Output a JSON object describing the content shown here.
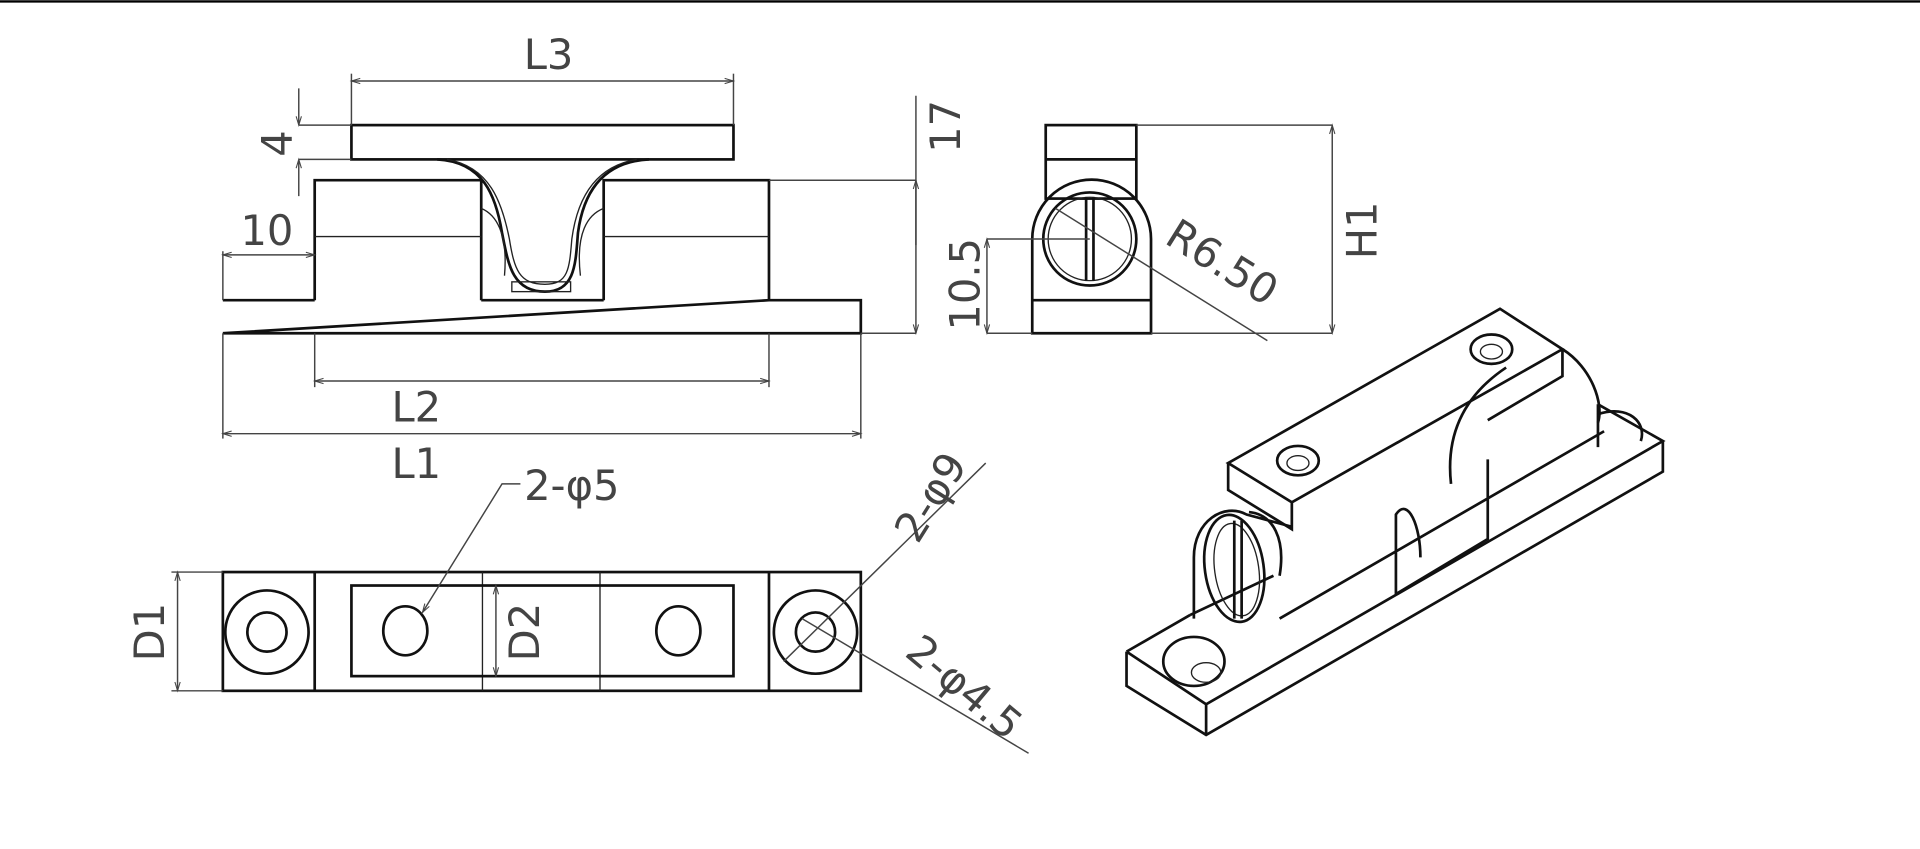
{
  "drawing": {
    "front_view": {
      "L3": "L3",
      "thk": "4",
      "step": "10",
      "height": "17",
      "L2": "L2",
      "L1": "L1"
    },
    "side_view": {
      "axis_height": "10.5",
      "H1": "H1",
      "radius": "R6.50"
    },
    "top_view": {
      "D1": "D1",
      "D2": "D2",
      "hole_small": "2-φ5",
      "counterbore": "2-φ9",
      "hole_through": "2-φ4.5"
    }
  }
}
